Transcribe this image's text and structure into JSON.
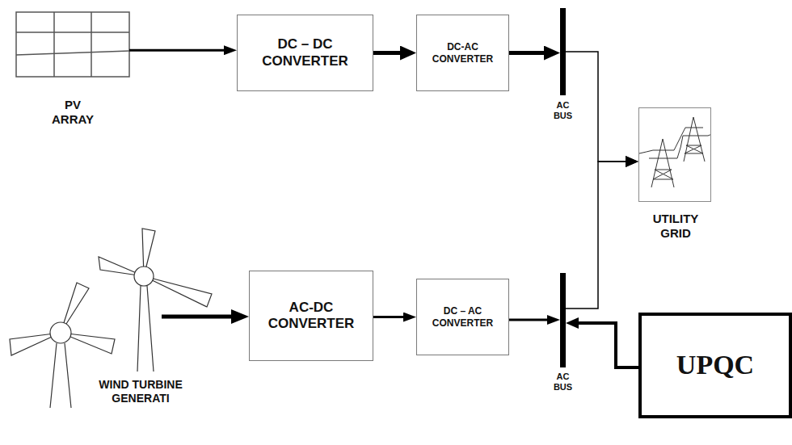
{
  "diagram": {
    "nodes": [
      {
        "text": [
          "PV ARRAY"
        ]
      },
      {
        "text": [
          "DC – DC CONVERTER"
        ]
      },
      {
        "text": [
          "DC-AC CONVERTER"
        ]
      },
      {
        "text": [
          "AC BUS"
        ]
      },
      {
        "text": [
          "UTILITY GRID"
        ]
      },
      {
        "text": [
          "WIND TURBINE GENERATI"
        ]
      },
      {
        "text": [
          "AC-DC CONVERTER"
        ]
      },
      {
        "text": [
          "DC – AC CONVERTER"
        ]
      },
      {
        "text": [
          "AC BUS"
        ]
      },
      {
        "text": [
          "UPQC"
        ]
      }
    ],
    "edges": [
      {
        "from": 0,
        "to": 1,
        "arrow": "to"
      },
      {
        "from": 1,
        "to": 2,
        "arrow": "to"
      },
      {
        "from": 2,
        "to": 3,
        "arrow": "to"
      },
      {
        "from": 3,
        "to": 4,
        "arrow": "to"
      },
      {
        "from": 8,
        "to": 4,
        "arrow": "to"
      },
      {
        "from": 5,
        "to": 6,
        "arrow": "to"
      },
      {
        "from": 6,
        "to": 7,
        "arrow": "to"
      },
      {
        "from": 7,
        "to": 8,
        "arrow": "to"
      },
      {
        "from": 9,
        "to": 8,
        "arrow": "to"
      }
    ]
  }
}
